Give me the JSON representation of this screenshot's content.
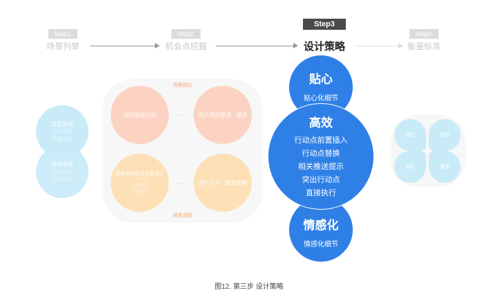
{
  "steps": [
    {
      "badge": "Step1.",
      "label": "场景列举"
    },
    {
      "badge": "Step2.",
      "label": "机会点挖掘"
    },
    {
      "badge": "Step3",
      "label": "设计策略"
    },
    {
      "badge": "Step4.",
      "label": "衡量标准"
    }
  ],
  "step1": {
    "top": {
      "title": "真实场景",
      "sub": [
        "用户调研",
        "数据分析"
      ]
    },
    "bottom": {
      "title": "虚拟场景",
      "sub": [
        "用户旅程",
        "痛点推演"
      ]
    }
  },
  "step2": {
    "top_label": "场景细化",
    "bottom_label": "体验流程",
    "tl": {
      "title": "出行场景分析"
    },
    "tr": {
      "title": "用户目的推演 · 需求"
    },
    "bl": {
      "title": "情感体验驱动文案设计",
      "sub": [
        "1.行为链",
        "2.情绪板",
        "3.文案库"
      ]
    },
    "br": {
      "title": "用户行为 · 体验策略"
    }
  },
  "step3": {
    "top": {
      "title": "贴心",
      "items": [
        "贴心化细节"
      ]
    },
    "mid": {
      "title": "高效",
      "items": [
        "行动点前置插入",
        "行动点替换",
        "相关推送提示",
        "突出行动点",
        "直接执行"
      ]
    },
    "bottom": {
      "title": "情感化",
      "items": [
        "情感化细节"
      ]
    }
  },
  "step4": {
    "petals": [
      "感知",
      "效率",
      "留存",
      "满意"
    ]
  },
  "caption": "图12. 第三步 设计策略",
  "colors": {
    "blue": "#2f80e6",
    "light_blue": "#c9ebf8",
    "salmon": "#fcd3c2",
    "peach": "#fde0b6",
    "orange_text": "#f4a46a"
  }
}
